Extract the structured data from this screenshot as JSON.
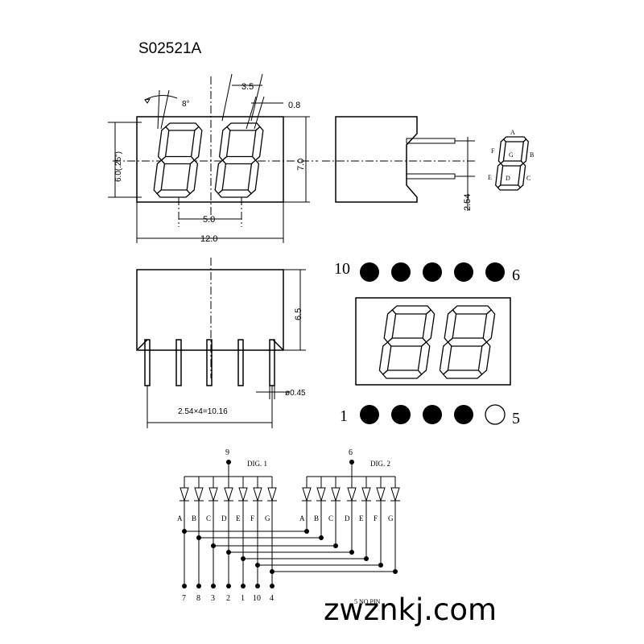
{
  "part_number": "S02521A",
  "front_view": {
    "angle": "8°",
    "digit_width": "3.5",
    "segment_width": "0.8",
    "digit_height": "6.0(.25\")",
    "body_height": "7.0",
    "digit_pitch": "5.0",
    "body_width": "12.0"
  },
  "side_view": {
    "row_spacing": "2.54"
  },
  "segment_legend": {
    "A": "A",
    "B": "B",
    "C": "C",
    "D": "D",
    "E": "E",
    "F": "F",
    "G": "G"
  },
  "bottom_view": {
    "body_depth": "6.5",
    "pin_diameter": "ø0.45",
    "pin_span": "2.54×4=10.16"
  },
  "pin_layout": {
    "top_left": "10",
    "top_right": "6",
    "bottom_left": "1",
    "bottom_right": "5"
  },
  "circuit": {
    "dig1_common_pin": "9",
    "dig2_common_pin": "6",
    "dig1_label": "DIG. 1",
    "dig2_label": "DIG. 2",
    "segments": [
      "A",
      "B",
      "C",
      "D",
      "E",
      "F",
      "G"
    ],
    "bottom_pins": [
      "7",
      "8",
      "3",
      "2",
      "1",
      "10",
      "4"
    ],
    "no_pin_note": "5 NO PIN"
  },
  "watermark": "zwznkj.com"
}
